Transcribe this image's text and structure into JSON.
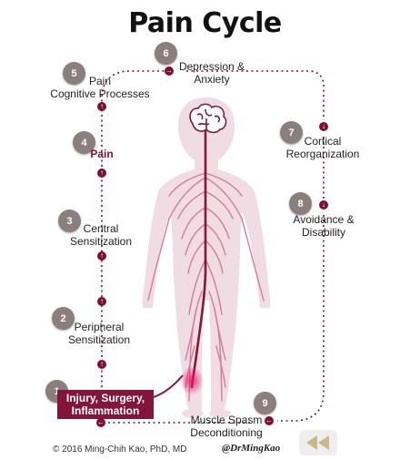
{
  "title": "Pain Cycle",
  "stages": [
    {
      "number": "1",
      "lines": [
        "Injury, Surgery,",
        "Inflammation"
      ]
    },
    {
      "number": "2",
      "lines": [
        "Peripheral",
        "Sensitization"
      ]
    },
    {
      "number": "3",
      "lines": [
        "Central",
        "Sensitization"
      ]
    },
    {
      "number": "4",
      "lines": [
        "Pain"
      ]
    },
    {
      "number": "5",
      "lines": [
        "Pain",
        "Cognitive Processes"
      ]
    },
    {
      "number": "6",
      "lines": [
        "Depression &",
        "Anxiety"
      ]
    },
    {
      "number": "7",
      "lines": [
        "Cortical",
        "Reorganization"
      ]
    },
    {
      "number": "8",
      "lines": [
        "Avoidance &",
        "Disability"
      ]
    },
    {
      "number": "9",
      "lines": [
        "Muscle Spasm",
        "Deconditioning"
      ]
    }
  ],
  "footer": {
    "copyright": "© 2016 Ming-Chih Kao, PhD, MD",
    "handle": "@DrMingKao"
  },
  "colors": {
    "accent": "#84143a",
    "body_fill": "#f0dde4",
    "nerve_light": "#d67a98",
    "spine": "#8a1535",
    "badge": "#8a7f7c"
  },
  "icons": {
    "rewind": "rewind-icon",
    "arrow": "up-arrow-icon"
  }
}
